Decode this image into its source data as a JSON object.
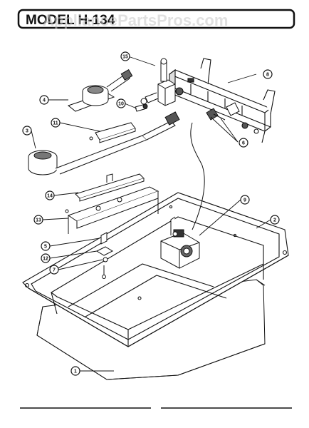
{
  "title": "MODEL H-134",
  "watermark": "AppliancePartsPros.com",
  "callouts": [
    {
      "id": "c1",
      "label": "1"
    },
    {
      "id": "c2",
      "label": "2"
    },
    {
      "id": "c3",
      "label": "3"
    },
    {
      "id": "c4",
      "label": "4"
    },
    {
      "id": "c5",
      "label": "5"
    },
    {
      "id": "c6",
      "label": "6"
    },
    {
      "id": "c7",
      "label": "7"
    },
    {
      "id": "c8",
      "label": "8"
    },
    {
      "id": "c9",
      "label": "9"
    },
    {
      "id": "c10",
      "label": "10"
    },
    {
      "id": "c11",
      "label": "11"
    },
    {
      "id": "c12",
      "label": "12"
    },
    {
      "id": "c13",
      "label": "13"
    },
    {
      "id": "c14",
      "label": "14"
    },
    {
      "id": "c15",
      "label": "15"
    }
  ]
}
